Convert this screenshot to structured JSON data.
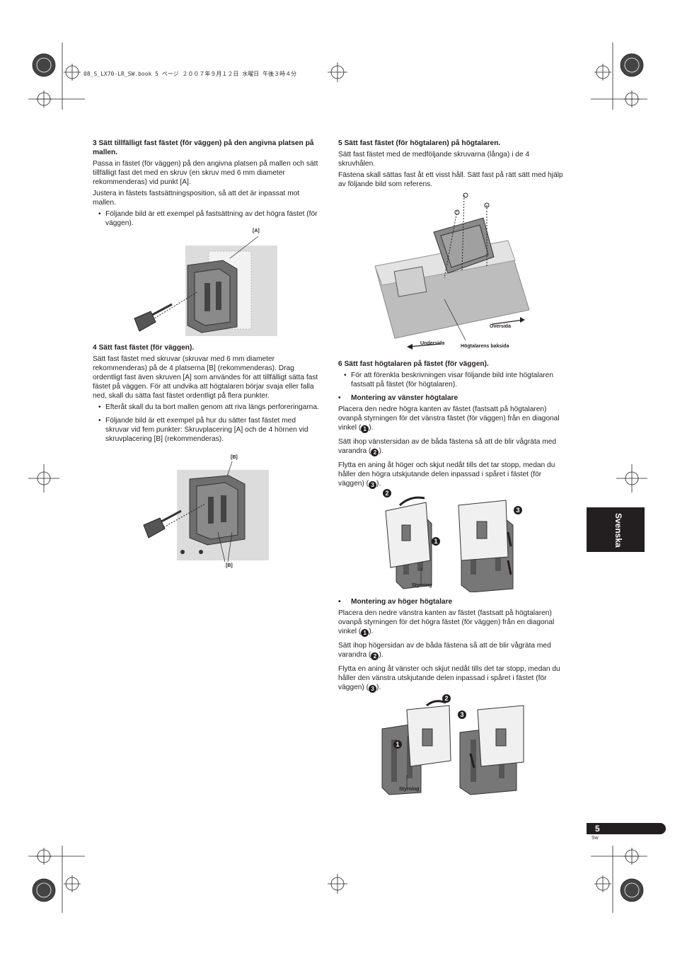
{
  "header": {
    "file_info": "08_S_LX70-LR_SW.book  5 ページ  ２００７年９月１２日  水曜日  午後３時４分"
  },
  "left": {
    "step3": {
      "title": "3    Sätt tillfälligt fast fästet (för väggen) på den angivna platsen på mallen.",
      "p1": "Passa in fästet (för väggen) på den angivna platsen på mallen och sätt tillfälligt fast det med en skruv (en skruv med 6 mm diameter rekommenderas) vid punkt [A].",
      "p2": "Justera in fästets fastsättningsposition, så att det är inpassat mot mallen.",
      "bullet1": "Följande bild är ett exempel på fastsättning av det högra fästet (för väggen).",
      "fig_label_a": "[A]"
    },
    "step4": {
      "title": "4    Sätt fast fästet (för väggen).",
      "p1": "Sätt fast fästet med skruvar (skruvar med 6 mm diameter rekommenderas) på de 4 platserna [B] (rekommenderas). Drag ordentligt fast även skruven [A] som användes för att tillfälligt sätta fast fästet på väggen. För att undvika att högtalaren börjar svaja eller falla ned, skall du sätta fast fästet ordentligt på flera punkter.",
      "bullet1": "Efteråt skall du ta bort mallen genom att riva längs perforeringarna.",
      "bullet2": "Följande bild är ett exempel på hur du sätter fast fästet med skruvar vid fem punkter: Skruvplacering [A] och de 4 hörnen vid skruvplacering [B] (rekommenderas).",
      "fig_label_b_top": "[B]",
      "fig_label_b_bottom": "[B]"
    }
  },
  "right": {
    "step5": {
      "title": "5    Sätt fast fästet (för högtalaren) på högtalaren.",
      "p1": "Sätt fast fästet med de medföljande skruvarna (långa) i de 4 skruvhålen.",
      "p2": "Fästena skall sättas fast åt ett visst håll. Sätt fast på rätt sätt med hjälp av följande bild som referens.",
      "fig_top": "Översida",
      "fig_bottom": "Undersida",
      "fig_back": "Högtalarens baksida"
    },
    "step6": {
      "title": "6    Sätt fast högtalaren på fästet (för väggen).",
      "bullet1": "För att förenkla beskrivningen visar följande bild inte högtalaren fastsatt på fästet (för högtalaren)."
    },
    "left_mount": {
      "title": "Montering av vänster högtalare",
      "p1": "Placera den nedre högra kanten av fästet (fastsatt på högtalaren) ovanpå styrningen för det vänstra fästet (för väggen) från en diagonal vinkel (",
      "p1_end": ").",
      "p2": "Sätt ihop vänstersidan av de båda fästena så att de blir vågräta med varandra (",
      "p2_end": ").",
      "p3": "Flytta en aning åt höger och skjut nedåt tills det tar stopp, medan du håller den högra utskjutande delen inpassad i spåret i fästet (för väggen) (",
      "p3_end": ").",
      "fig_guide": "Styrning"
    },
    "right_mount": {
      "title": "Montering av höger högtalare",
      "p1": "Placera den nedre vänstra kanten av fästet (fastsatt på högtalaren) ovanpå styrningen för det högra fästet (för väggen) från en diagonal vinkel (",
      "p1_end": ").",
      "p2": "Sätt ihop högersidan av de båda fästena så att de blir vågräta med varandra (",
      "p2_end": ").",
      "p3": "Flytta en aning åt vänster och skjut nedåt tills det tar stopp, medan du håller den vänstra utskjutande delen inpassad i spåret i fästet (för väggen) (",
      "p3_end": ").",
      "fig_guide": "Styrning"
    }
  },
  "markers": {
    "one": "1",
    "two": "2",
    "three": "3"
  },
  "side_tab": "Svenska",
  "footer": {
    "page_number": "5",
    "lang_code": "Sw"
  }
}
